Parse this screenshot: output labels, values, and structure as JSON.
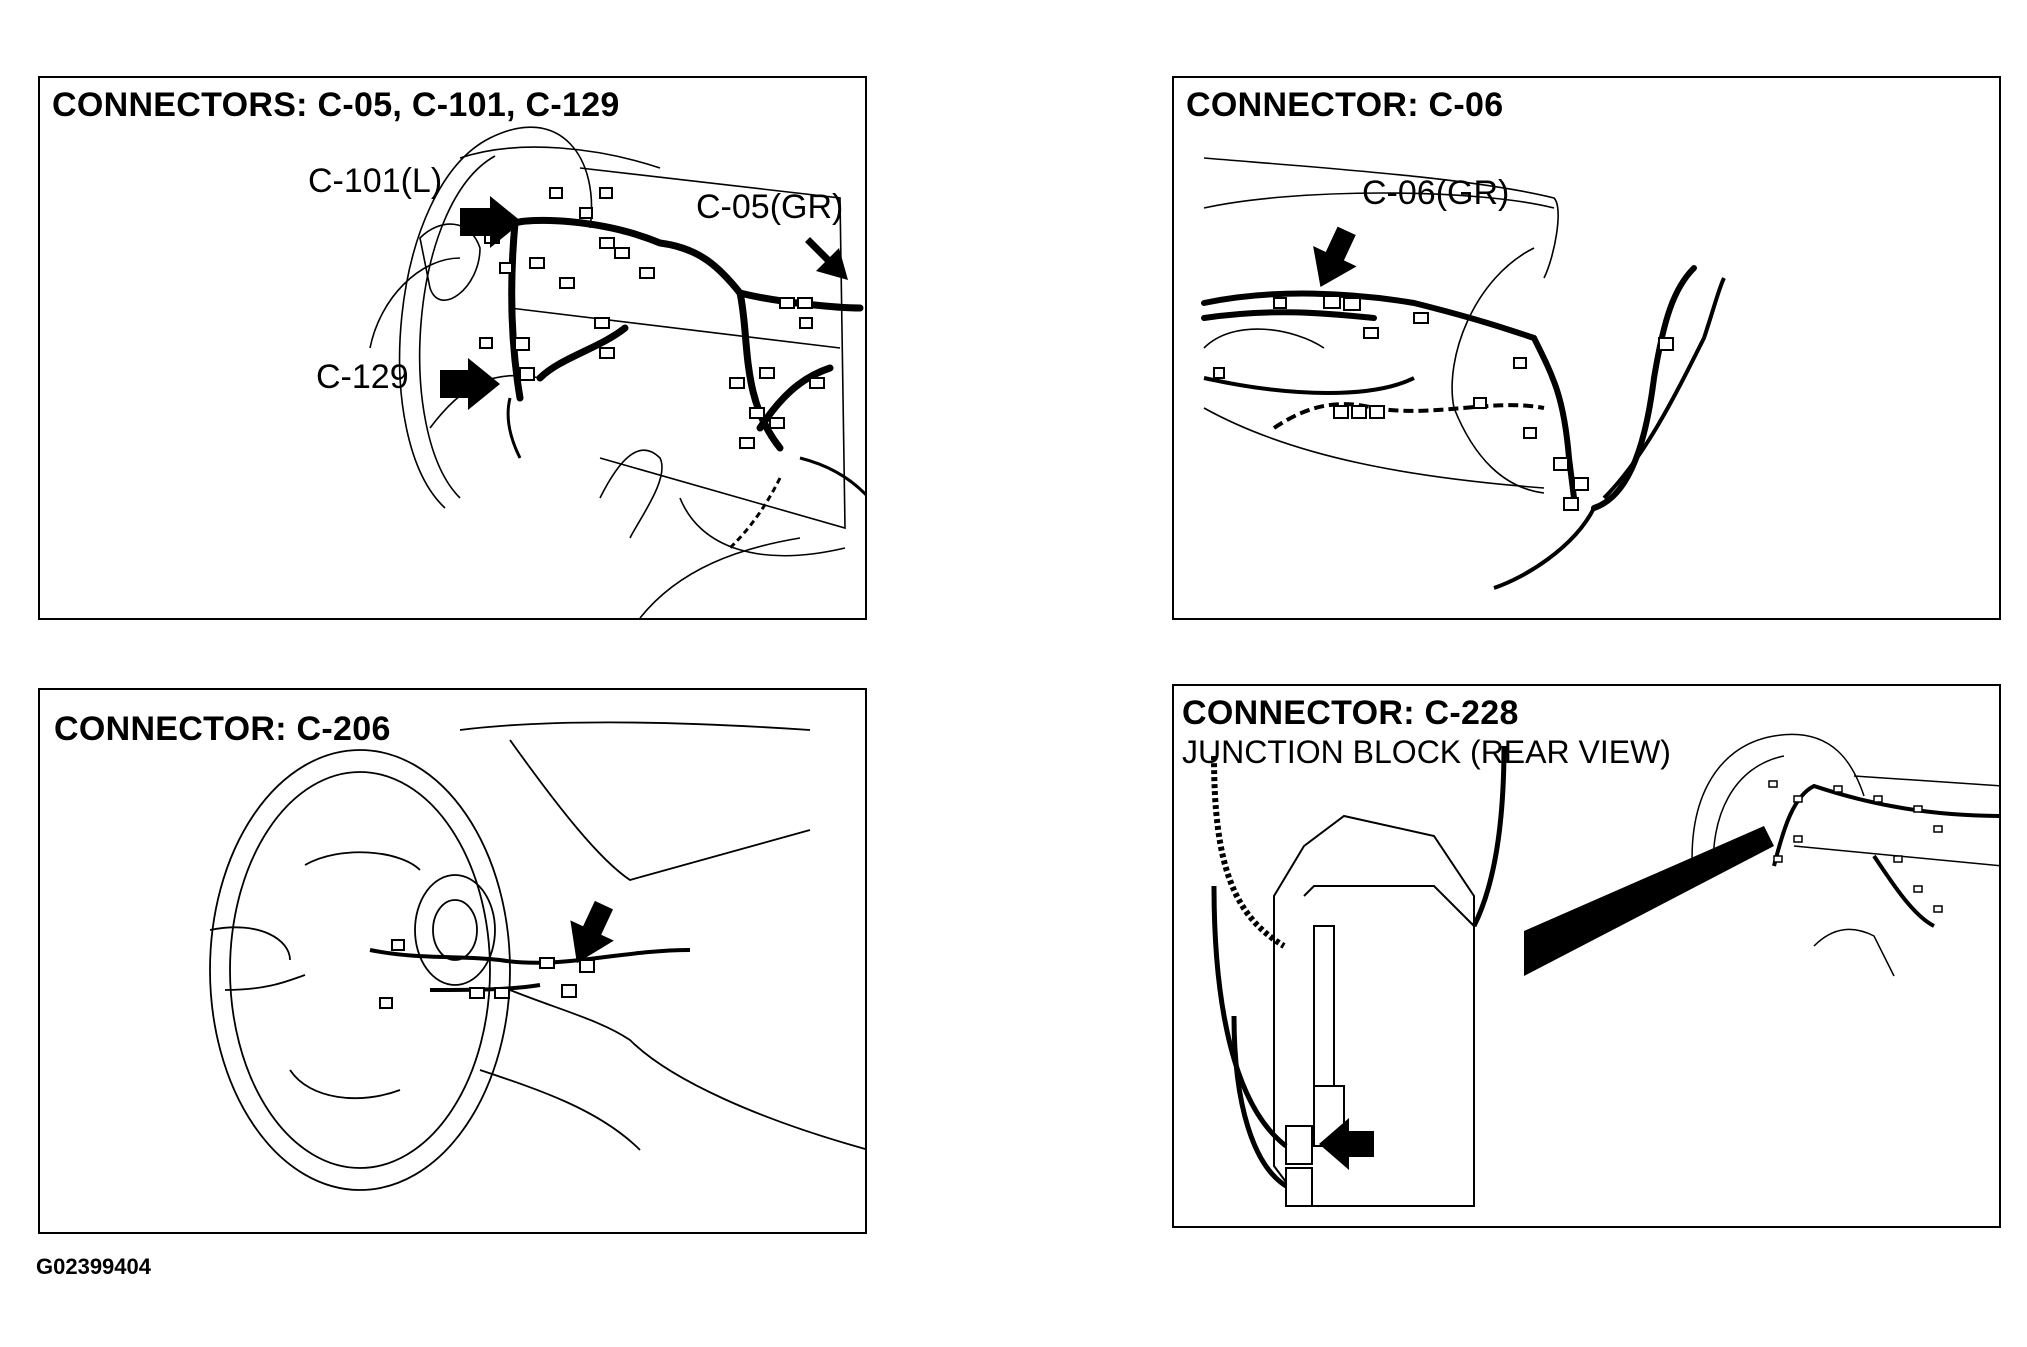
{
  "panels": [
    {
      "title": "CONNECTORS: C-05, C-101, C-129",
      "labels": [
        "C-101(L)",
        "C-05(GR)",
        "C-129"
      ]
    },
    {
      "title": "CONNECTOR: C-06",
      "labels": [
        "C-06(GR)"
      ]
    },
    {
      "title": "CONNECTOR: C-206",
      "labels": []
    },
    {
      "title": "CONNECTOR: C-228",
      "subtitle": "JUNCTION BLOCK (REAR VIEW)",
      "labels": []
    }
  ],
  "figure_id": "G02399404",
  "icons": [
    "pointer-arrow-icon",
    "connector-icon",
    "wire-harness-icon",
    "steering-wheel-icon",
    "junction-block-icon"
  ]
}
